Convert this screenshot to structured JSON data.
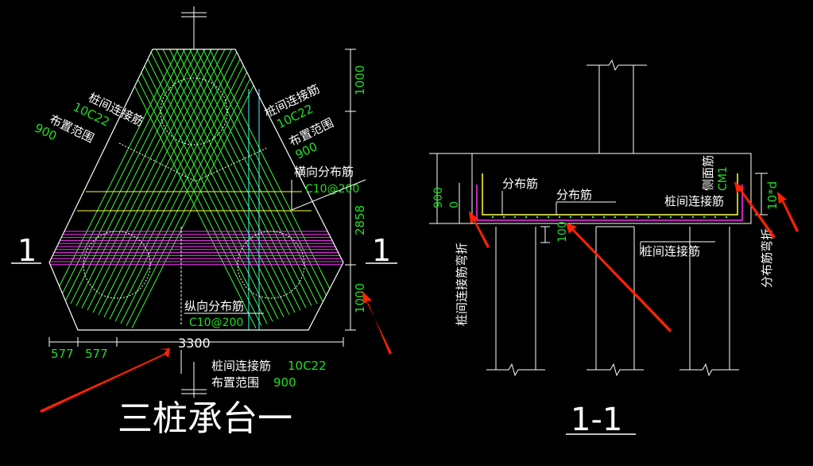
{
  "colors": {
    "background": "#000000",
    "outline": "#ffffff",
    "rebar_diagonal": "#33ff33",
    "rebar_longitudinal": "#ff33ff",
    "rebar_transverse": "#ffff33",
    "guide_line": "#33ffff",
    "dimension_text": "#22dd22",
    "label_text": "#ffffff",
    "annotation_arrow": "#ff2200"
  },
  "plan": {
    "title": "三桩承台一",
    "section_mark_left": "1",
    "section_mark_right": "1",
    "left_tie": {
      "name": "桩间连接筋",
      "spec": "10C22",
      "range_label": "布置范围",
      "range_value": "900"
    },
    "right_tie": {
      "name": "桩间连接筋",
      "spec": "10C22",
      "range_label": "布置范围",
      "range_value": "900"
    },
    "bottom_tie": {
      "name": "桩间连接筋",
      "spec": "10C22",
      "range_label": "布置范围",
      "range_value": "900"
    },
    "transverse": {
      "name": "横向分布筋",
      "spec": "C10@200"
    },
    "longitudinal": {
      "name": "纵向分布筋",
      "spec": "C10@200"
    },
    "dims": {
      "bottom_total": "3300",
      "bottom_left_1": "577",
      "bottom_left_2": "577",
      "right_top": "1000",
      "right_mid": "2858",
      "right_bottom": "1000"
    }
  },
  "section": {
    "title": "1-1",
    "dims": {
      "height": "900",
      "zero": "0",
      "pile_embed": "100",
      "hook": "10*d"
    },
    "labels": {
      "distribution_1": "分布筋",
      "distribution_2": "分布筋",
      "tie_top": "桩间连接筋",
      "tie_bottom": "桩间连接筋",
      "side_bar": "侧面筋",
      "side_spec": "CM1",
      "tie_bend": "桩间连接筋弯折",
      "dist_bend": "分布筋弯折"
    }
  }
}
